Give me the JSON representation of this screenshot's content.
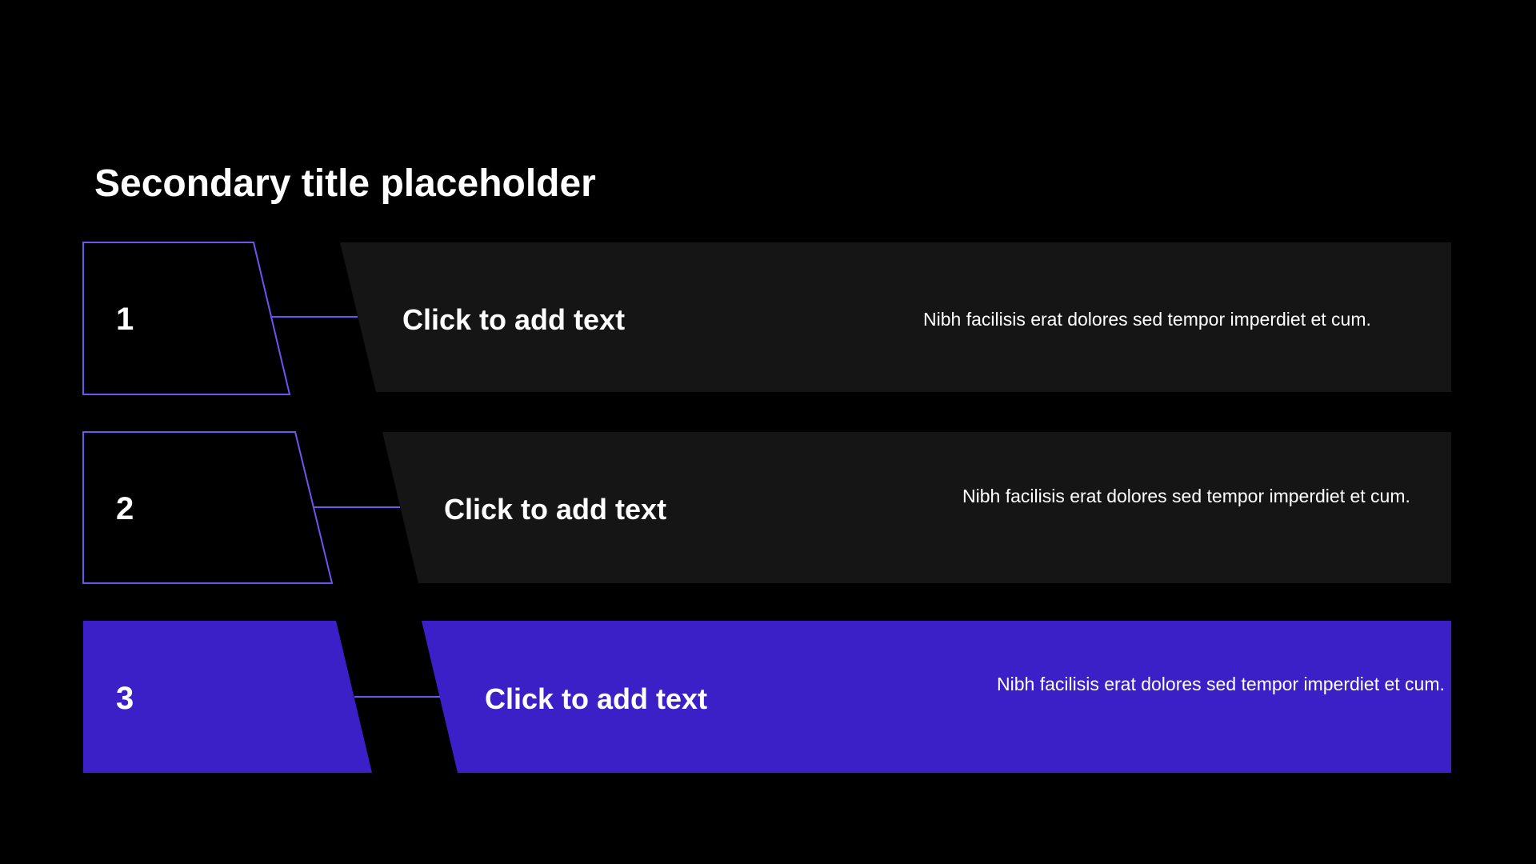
{
  "title": "Secondary title placeholder",
  "colors": {
    "background": "#000000",
    "card": "#151515",
    "accent": "#3b20c8",
    "outline": "#6b56f0"
  },
  "steps": [
    {
      "number": "1",
      "heading": "Click to add text",
      "description": "Nibh facilisis erat dolores sed tempor imperdiet et cum.",
      "highlighted": false
    },
    {
      "number": "2",
      "heading": "Click to add text",
      "description": "Nibh facilisis erat dolores sed tempor imperdiet et cum.",
      "highlighted": false
    },
    {
      "number": "3",
      "heading": "Click to add text",
      "description": "Nibh facilisis erat dolores sed tempor imperdiet et cum.",
      "highlighted": true
    }
  ]
}
